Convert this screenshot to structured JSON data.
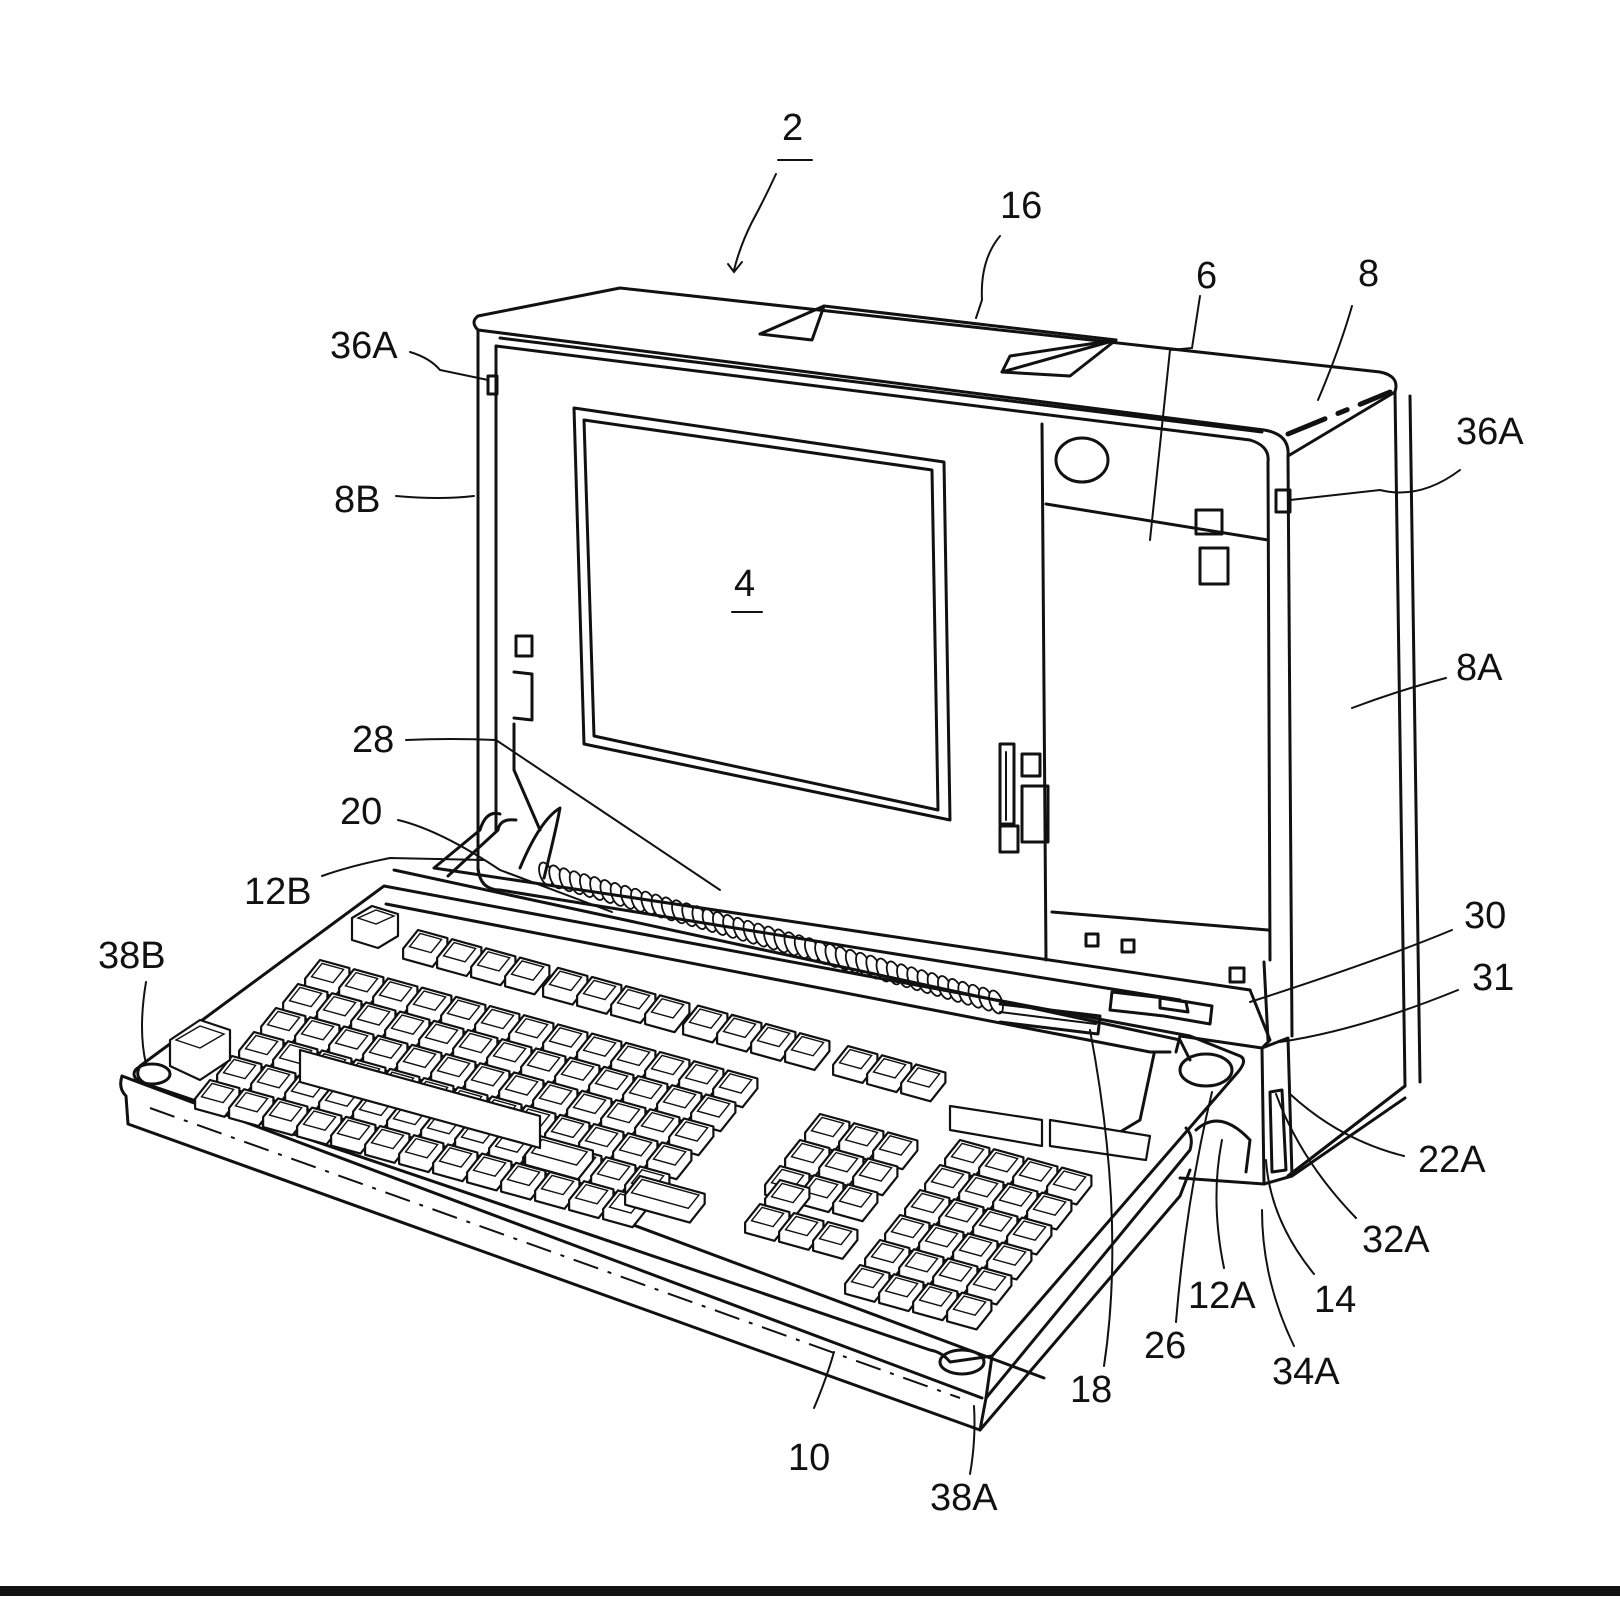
{
  "figure": {
    "device_number": "2",
    "labels": [
      {
        "id": "2",
        "text": "2"
      },
      {
        "id": "16",
        "text": "16"
      },
      {
        "id": "6",
        "text": "6"
      },
      {
        "id": "8",
        "text": "8"
      },
      {
        "id": "36A-left",
        "text": "36A"
      },
      {
        "id": "36A-right",
        "text": "36A"
      },
      {
        "id": "8B",
        "text": "8B"
      },
      {
        "id": "4",
        "text": "4"
      },
      {
        "id": "8A",
        "text": "8A"
      },
      {
        "id": "28",
        "text": "28"
      },
      {
        "id": "20",
        "text": "20"
      },
      {
        "id": "12B",
        "text": "12B"
      },
      {
        "id": "38B",
        "text": "38B"
      },
      {
        "id": "30",
        "text": "30"
      },
      {
        "id": "31",
        "text": "31"
      },
      {
        "id": "22A",
        "text": "22A"
      },
      {
        "id": "32A",
        "text": "32A"
      },
      {
        "id": "14",
        "text": "14"
      },
      {
        "id": "12A",
        "text": "12A"
      },
      {
        "id": "34A",
        "text": "34A"
      },
      {
        "id": "26",
        "text": "26"
      },
      {
        "id": "18",
        "text": "18"
      },
      {
        "id": "10",
        "text": "10"
      },
      {
        "id": "38A",
        "text": "38A"
      }
    ]
  }
}
